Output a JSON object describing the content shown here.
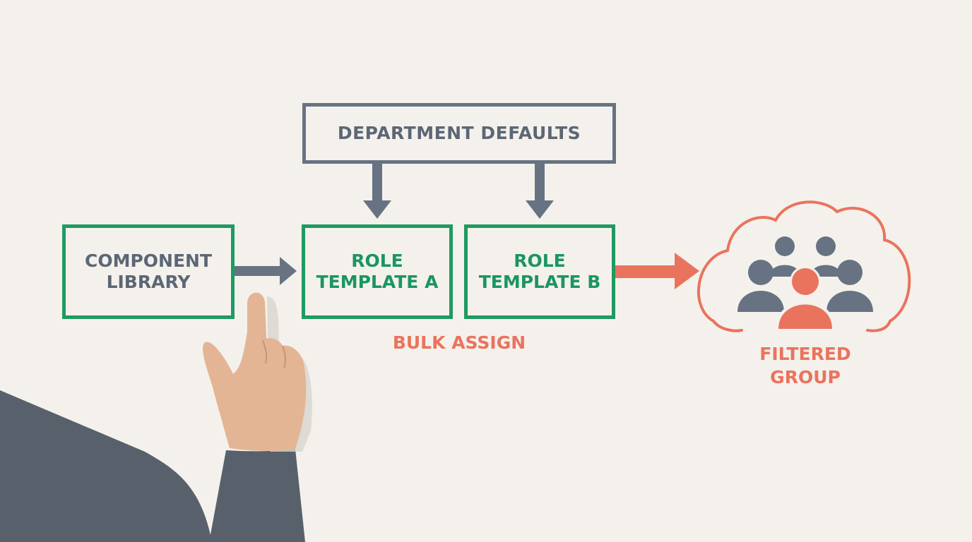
{
  "nodes": {
    "department_defaults": "DEPARTMENT DEFAULTS",
    "component_library_line1": "COMPONENT",
    "component_library_line2": "LIBRARY",
    "role_template_a_line1": "ROLE",
    "role_template_a_line2": "TEMPLATE A",
    "role_template_b_line1": "ROLE",
    "role_template_b_line2": "TEMPLATE B"
  },
  "labels": {
    "bulk_assign": "BULK ASSIGN",
    "filtered_group_line1": "FILTERED",
    "filtered_group_line2": "GROUP"
  },
  "icons": {
    "group": "people-group-icon",
    "cloud": "cloud-icon",
    "hand": "pointing-hand-icon"
  },
  "colors": {
    "background": "#f4f1ec",
    "gray": "#677382",
    "green": "#1f9a62",
    "coral": "#ea735d",
    "skin": "#e3b594",
    "sleeve": "#58616b"
  }
}
